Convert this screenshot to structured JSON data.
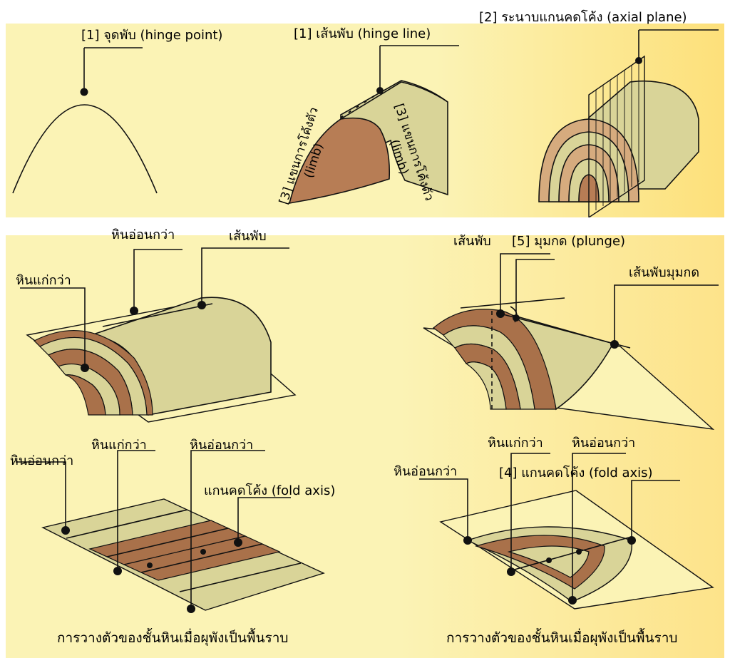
{
  "top": {
    "hinge_point": "[1] จุดพับ (hinge point)",
    "hinge_line": "[1] เส้นพับ (hinge line)",
    "axial_plane": "[2] ระนาบแกนคดโค้ง (axial plane)",
    "limb_left_th": "[3] แขนการโค้งตัว",
    "limb_left_en": "(limb)",
    "limb_right_th": "[3] แขนการโค้งตัว",
    "limb_right_en": "(limb)"
  },
  "middle_left": {
    "younger": "หินอ่อนกว่า",
    "hinge": "เส้นพับ",
    "older": "หินแก่กว่า"
  },
  "middle_right": {
    "hinge": "เส้นพับ",
    "plunge": "[5] มุมกด (plunge)",
    "plunging_hinge": "เส้นพับมุมกด"
  },
  "bottom_left": {
    "younger_left": "หินอ่อนกว่า",
    "older": "หินแก่กว่า",
    "younger_right": "หินอ่อนกว่า",
    "fold_axis": "แกนคดโค้ง (fold axis)",
    "caption": "การวางตัวของชั้นหินเมื่อผุพังเป็นพื้นราบ"
  },
  "bottom_right": {
    "older": "หินแก่กว่า",
    "younger_top": "หินอ่อนกว่า",
    "younger_left": "หินอ่อนกว่า",
    "fold_axis": "[4] แกนคดโค้ง (fold axis)",
    "caption": "การวางตัวของชั้นหินเมื่อผุพังเป็นพื้นราบ"
  },
  "colors": {
    "panel_yellow": "#fbf3b5",
    "rock_tan": "#d9d498",
    "rock_brown": "#a9714a",
    "rock_light_brown": "#d6ab7e",
    "ink": "#111111"
  }
}
